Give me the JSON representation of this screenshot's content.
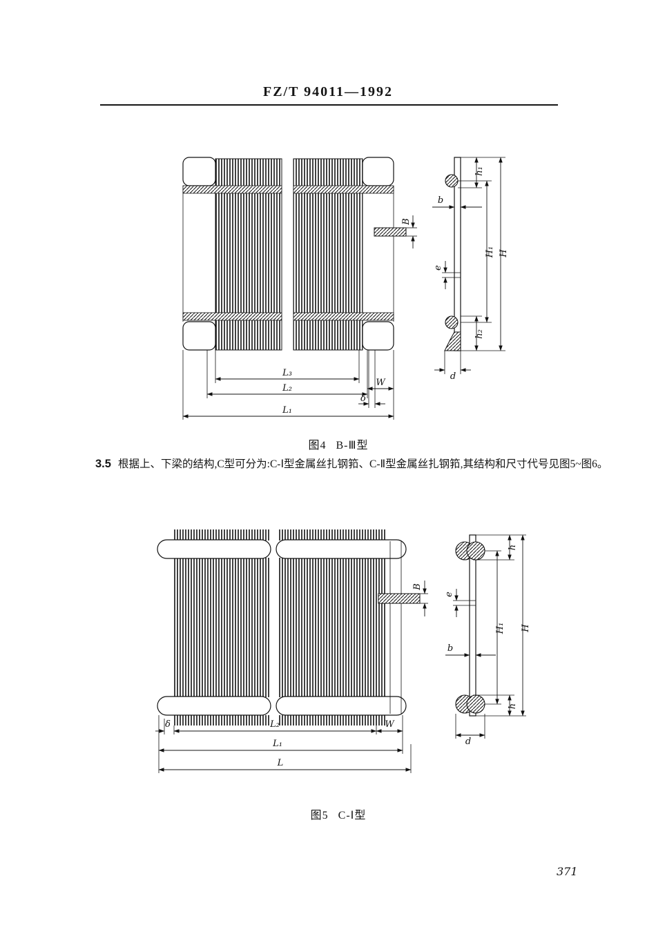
{
  "document": {
    "header": "FZ/T 94011—1992",
    "page_number": "371"
  },
  "clause": {
    "number": "3.5",
    "text": "根据上、下梁的结构,C型可分为:C-Ⅰ型金属丝扎钢筘、C-Ⅱ型金属丝扎钢筘,其结构和尺寸代号见图5~图6。"
  },
  "figure4": {
    "caption_fig": "图4",
    "caption_type": "B-Ⅲ型",
    "labels": {
      "B": "B",
      "b": "b",
      "e": "e",
      "h1": "h₁",
      "H1": "H₁",
      "H": "H",
      "h2": "h₂",
      "d": "d",
      "L3": "L₃",
      "L2": "L₂",
      "W": "W",
      "delta": "δ",
      "L1": "L₁"
    }
  },
  "figure5": {
    "caption_fig": "图5",
    "caption_type": "C-Ⅰ型",
    "labels": {
      "h_top": "h",
      "B": "B",
      "e": "e",
      "H1": "H₁",
      "H": "H",
      "b": "b",
      "h_bottom": "h",
      "d": "d",
      "delta": "δ",
      "L2": "L₂",
      "W": "W",
      "L1": "L₁",
      "L": "L"
    }
  }
}
